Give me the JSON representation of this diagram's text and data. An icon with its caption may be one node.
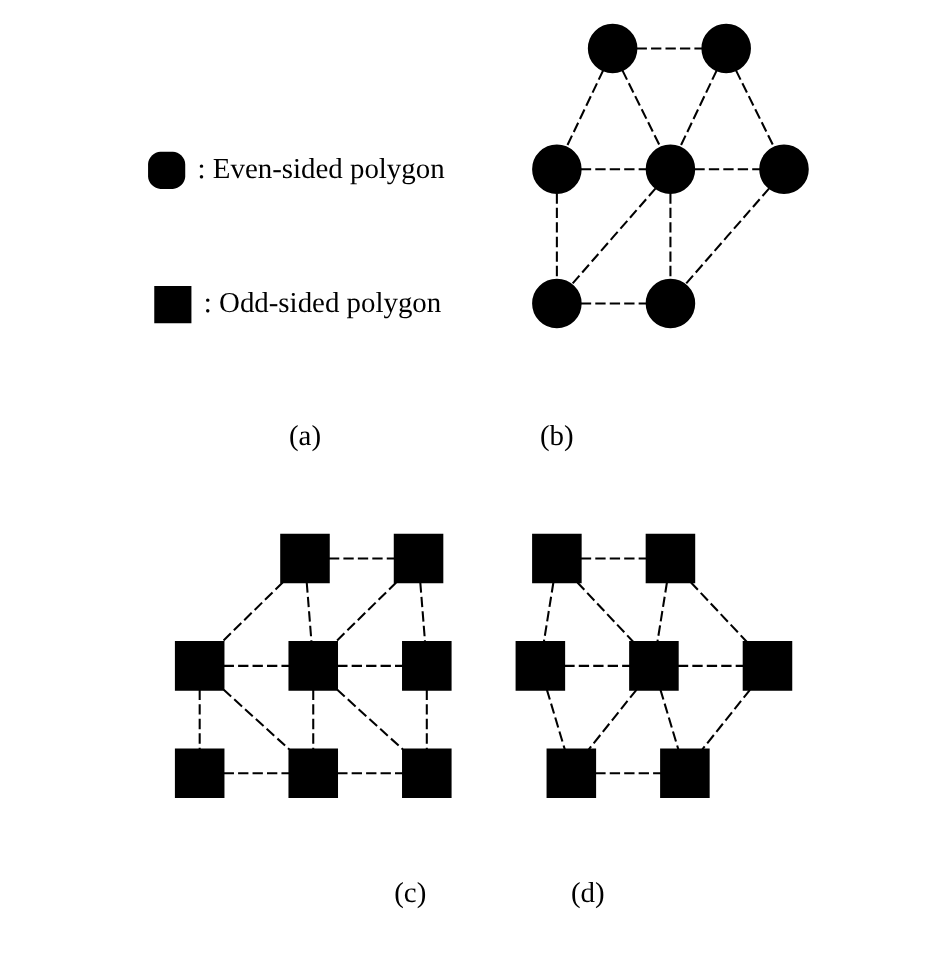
{
  "diagram": {
    "nodes": [
      {
        "text": [],
        "shape": "circle"
      },
      {
        "text": [],
        "shape": "circle"
      },
      {
        "text": [],
        "shape": "circle"
      },
      {
        "text": [],
        "shape": "circle"
      },
      {
        "text": [],
        "shape": "circle"
      },
      {
        "text": [],
        "shape": "circle"
      },
      {
        "text": [],
        "shape": "circle"
      },
      {
        "text": [],
        "shape": "box"
      },
      {
        "text": [],
        "shape": "box"
      },
      {
        "text": [],
        "shape": "box"
      },
      {
        "text": [],
        "shape": "box"
      },
      {
        "text": [],
        "shape": "box"
      },
      {
        "text": [],
        "shape": "box"
      },
      {
        "text": [],
        "shape": "box"
      },
      {
        "text": [],
        "shape": "box"
      },
      {
        "text": [],
        "shape": "box"
      },
      {
        "text": [],
        "shape": "box"
      },
      {
        "text": [],
        "shape": "box"
      },
      {
        "text": [],
        "shape": "box"
      },
      {
        "text": [],
        "shape": "box"
      },
      {
        "text": [],
        "shape": "box"
      },
      {
        "text": [],
        "shape": "box"
      }
    ],
    "edges": [
      {
        "from": 0,
        "to": 1,
        "arrow": "none",
        "style": "dashed"
      },
      {
        "from": 0,
        "to": 2,
        "arrow": "none",
        "style": "dashed"
      },
      {
        "from": 0,
        "to": 3,
        "arrow": "none",
        "style": "dashed"
      },
      {
        "from": 1,
        "to": 3,
        "arrow": "none",
        "style": "dashed"
      },
      {
        "from": 1,
        "to": 4,
        "arrow": "none",
        "style": "dashed"
      },
      {
        "from": 2,
        "to": 3,
        "arrow": "none",
        "style": "dashed"
      },
      {
        "from": 3,
        "to": 4,
        "arrow": "none",
        "style": "dashed"
      },
      {
        "from": 2,
        "to": 5,
        "arrow": "none",
        "style": "dashed"
      },
      {
        "from": 3,
        "to": 5,
        "arrow": "none",
        "style": "dashed"
      },
      {
        "from": 3,
        "to": 6,
        "arrow": "none",
        "style": "dashed"
      },
      {
        "from": 4,
        "to": 6,
        "arrow": "none",
        "style": "dashed"
      },
      {
        "from": 5,
        "to": 6,
        "arrow": "none",
        "style": "dashed"
      },
      {
        "from": 7,
        "to": 8,
        "arrow": "none",
        "style": "dashed"
      },
      {
        "from": 7,
        "to": 9,
        "arrow": "none",
        "style": "dashed"
      },
      {
        "from": 7,
        "to": 10,
        "arrow": "none",
        "style": "dashed"
      },
      {
        "from": 8,
        "to": 10,
        "arrow": "none",
        "style": "dashed"
      },
      {
        "from": 8,
        "to": 11,
        "arrow": "none",
        "style": "dashed"
      },
      {
        "from": 9,
        "to": 10,
        "arrow": "none",
        "style": "dashed"
      },
      {
        "from": 10,
        "to": 11,
        "arrow": "none",
        "style": "dashed"
      },
      {
        "from": 9,
        "to": 12,
        "arrow": "none",
        "style": "dashed"
      },
      {
        "from": 9,
        "to": 13,
        "arrow": "none",
        "style": "dashed"
      },
      {
        "from": 10,
        "to": 13,
        "arrow": "none",
        "style": "dashed"
      },
      {
        "from": 10,
        "to": 14,
        "arrow": "none",
        "style": "dashed"
      },
      {
        "from": 11,
        "to": 14,
        "arrow": "none",
        "style": "dashed"
      },
      {
        "from": 12,
        "to": 13,
        "arrow": "none",
        "style": "dashed"
      },
      {
        "from": 13,
        "to": 14,
        "arrow": "none",
        "style": "dashed"
      },
      {
        "from": 15,
        "to": 16,
        "arrow": "none",
        "style": "dashed"
      },
      {
        "from": 15,
        "to": 17,
        "arrow": "none",
        "style": "dashed"
      },
      {
        "from": 15,
        "to": 18,
        "arrow": "none",
        "style": "dashed"
      },
      {
        "from": 16,
        "to": 18,
        "arrow": "none",
        "style": "dashed"
      },
      {
        "from": 16,
        "to": 19,
        "arrow": "none",
        "style": "dashed"
      },
      {
        "from": 17,
        "to": 18,
        "arrow": "none",
        "style": "dashed"
      },
      {
        "from": 18,
        "to": 19,
        "arrow": "none",
        "style": "dashed"
      },
      {
        "from": 17,
        "to": 20,
        "arrow": "none",
        "style": "dashed"
      },
      {
        "from": 18,
        "to": 20,
        "arrow": "none",
        "style": "dashed"
      },
      {
        "from": 18,
        "to": 21,
        "arrow": "none",
        "style": "dashed"
      },
      {
        "from": 19,
        "to": 21,
        "arrow": "none",
        "style": "dashed"
      },
      {
        "from": 20,
        "to": 21,
        "arrow": "none",
        "style": "dashed"
      }
    ],
    "labels": [
      "(a)",
      "(b)",
      "(c)",
      "(d)"
    ],
    "legend": [
      {
        "text": ": Even-sided polygon"
      },
      {
        "text": ": Odd-sided polygon"
      }
    ]
  }
}
